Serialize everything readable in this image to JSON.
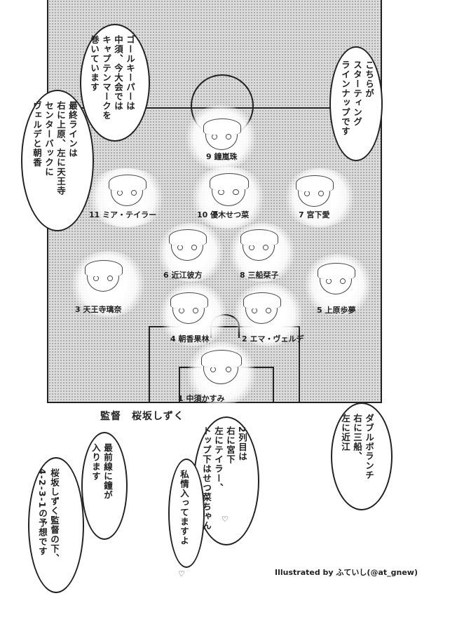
{
  "formation_field": {
    "players": [
      {
        "number": "9",
        "name": "鐘嵐珠",
        "label": "9 鐘嵐珠"
      },
      {
        "number": "11",
        "name": "ミア・テイラー",
        "label": "11 ミア・テイラー"
      },
      {
        "number": "10",
        "name": "優木せつ菜",
        "label": "10 優木せつ菜"
      },
      {
        "number": "7",
        "name": "宮下愛",
        "label": "7 宮下愛"
      },
      {
        "number": "6",
        "name": "近江彼方",
        "label": "6 近江彼方"
      },
      {
        "number": "8",
        "name": "三船栞子",
        "label": "8 三船栞子"
      },
      {
        "number": "3",
        "name": "天王寺璃奈",
        "label": "3 天王寺璃奈"
      },
      {
        "number": "5",
        "name": "上原歩夢",
        "label": "5 上原歩夢"
      },
      {
        "number": "4",
        "name": "朝香果林",
        "label": "4 朝香果林"
      },
      {
        "number": "2",
        "name": "エマ・ヴェルデ",
        "label": "2 エマ・ヴェルデ"
      },
      {
        "number": "1",
        "name": "中須かすみ",
        "label": "1 中須かすみ"
      }
    ]
  },
  "bubbles": {
    "starting_lineup": "こちらが\nスターティング\nラインナップです",
    "goalkeeper": "ゴールキーパーは\n中須、今大会では\nキャプテンマークを\n巻いています",
    "final_line": "最終ラインは\n右に上原、左に天王寺\nセンターバックに\nヴェルデと朝香",
    "double_volante": "ダブルボランチ\n右に三船、\n左に近江",
    "second_row": "2列目は\n右に宮下\n左にテイラー、\nトップ下はせつ菜ちゃん",
    "personal_feelings": "私情入ってますよ",
    "forward": "最前線に鐘が\n入ります",
    "prediction": "桜坂しずく監督の下、\n4-2-3-1の予想です"
  },
  "coach_label": "監督　桜坂しずく",
  "credit": "Illustrated by ふていし(@at_gnew)",
  "hearts": [
    "♡",
    "♡"
  ]
}
